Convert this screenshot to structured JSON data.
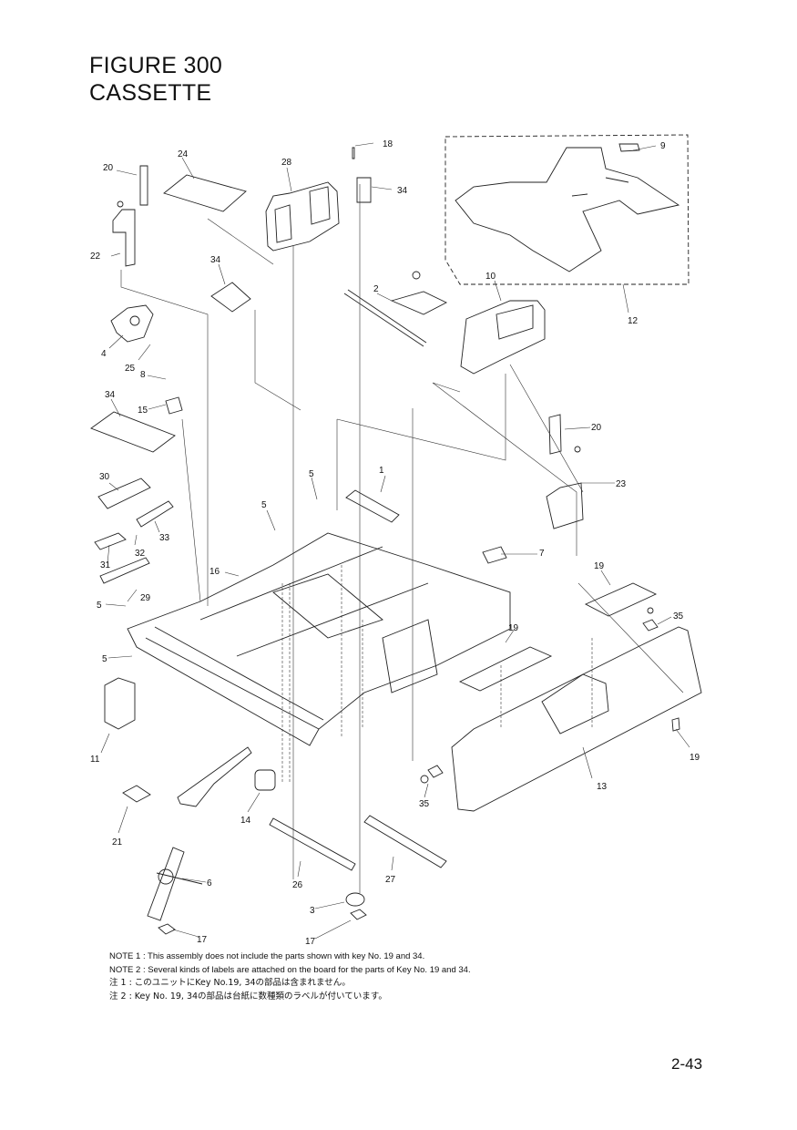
{
  "heading": {
    "line1": "FIGURE 300",
    "line2": "CASSETTE"
  },
  "callouts": [
    {
      "id": "c18a",
      "text": "18"
    },
    {
      "id": "c9",
      "text": "9"
    },
    {
      "id": "c24",
      "text": "24"
    },
    {
      "id": "c28",
      "text": "28"
    },
    {
      "id": "c20a",
      "text": "20"
    },
    {
      "id": "c34a",
      "text": "34"
    },
    {
      "id": "c22",
      "text": "22"
    },
    {
      "id": "c34b",
      "text": "34"
    },
    {
      "id": "c10",
      "text": "10"
    },
    {
      "id": "c2",
      "text": "2"
    },
    {
      "id": "c12",
      "text": "12"
    },
    {
      "id": "c4",
      "text": "4"
    },
    {
      "id": "c25",
      "text": "25"
    },
    {
      "id": "c8",
      "text": "8"
    },
    {
      "id": "c34c",
      "text": "34"
    },
    {
      "id": "c15",
      "text": "15"
    },
    {
      "id": "c20b",
      "text": "20"
    },
    {
      "id": "c30",
      "text": "30"
    },
    {
      "id": "c5a",
      "text": "5"
    },
    {
      "id": "c1",
      "text": "1"
    },
    {
      "id": "c23",
      "text": "23"
    },
    {
      "id": "c5b",
      "text": "5"
    },
    {
      "id": "c33",
      "text": "33"
    },
    {
      "id": "c32",
      "text": "32"
    },
    {
      "id": "c7",
      "text": "7"
    },
    {
      "id": "c31",
      "text": "31"
    },
    {
      "id": "c16",
      "text": "16"
    },
    {
      "id": "c19a",
      "text": "19"
    },
    {
      "id": "c29",
      "text": "29"
    },
    {
      "id": "c5c",
      "text": "5"
    },
    {
      "id": "c35a",
      "text": "35"
    },
    {
      "id": "c19b",
      "text": "19"
    },
    {
      "id": "c5d",
      "text": "5"
    },
    {
      "id": "c11",
      "text": "11"
    },
    {
      "id": "c19c",
      "text": "19"
    },
    {
      "id": "c13",
      "text": "13"
    },
    {
      "id": "c35b",
      "text": "35"
    },
    {
      "id": "c14",
      "text": "14"
    },
    {
      "id": "c21",
      "text": "21"
    },
    {
      "id": "c6",
      "text": "6"
    },
    {
      "id": "c26",
      "text": "26"
    },
    {
      "id": "c27",
      "text": "27"
    },
    {
      "id": "c3",
      "text": "3"
    },
    {
      "id": "c17a",
      "text": "17"
    },
    {
      "id": "c17b",
      "text": "17"
    }
  ],
  "notes": {
    "note1": "NOTE 1 : This assembly does not include the parts shown with key No. 19 and 34.",
    "note2": "NOTE 2 : Several kinds of labels are attached on the board for the parts of Key No. 19 and 34.",
    "note1_jp": "注 1 : このユニットにKey No.19, 34の部品は含まれません。",
    "note2_jp": "注 2 : Key No. 19, 34の部品は台紙に数種類のラベルが付いています。"
  },
  "page_number": "2-43"
}
